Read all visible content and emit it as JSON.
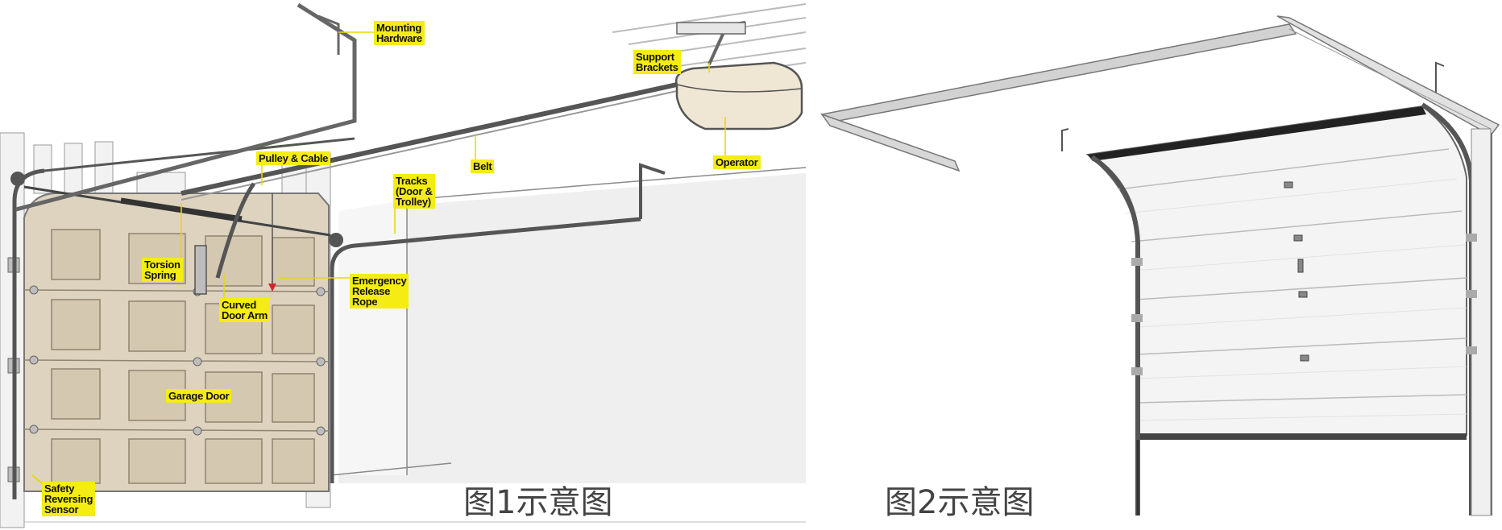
{
  "figure1": {
    "caption": "图1示意图",
    "labels": {
      "mounting_hardware": "Mounting\nHardware",
      "support_brackets": "Support\nBrackets",
      "operator": "Operator",
      "belt": "Belt",
      "pulley_cable": "Pulley & Cable",
      "tracks": "Tracks\n(Door &\nTrolley)",
      "torsion_spring": "Torsion\nSpring",
      "emergency_release_rope": "Emergency\nRelease\nRope",
      "curved_door_arm": "Curved\nDoor Arm",
      "garage_door": "Garage Door",
      "safety_reversing_sensor": "Safety\nReversing\nSensor"
    }
  },
  "figure2": {
    "caption": "图2示意图"
  },
  "colors": {
    "label_bg": "#f5ec13",
    "door_beige": "#ddd3bf",
    "panel_beige": "#d4c8b0",
    "steel_gray": "#c9c9c9",
    "release_handle_red": "#d0262a"
  }
}
